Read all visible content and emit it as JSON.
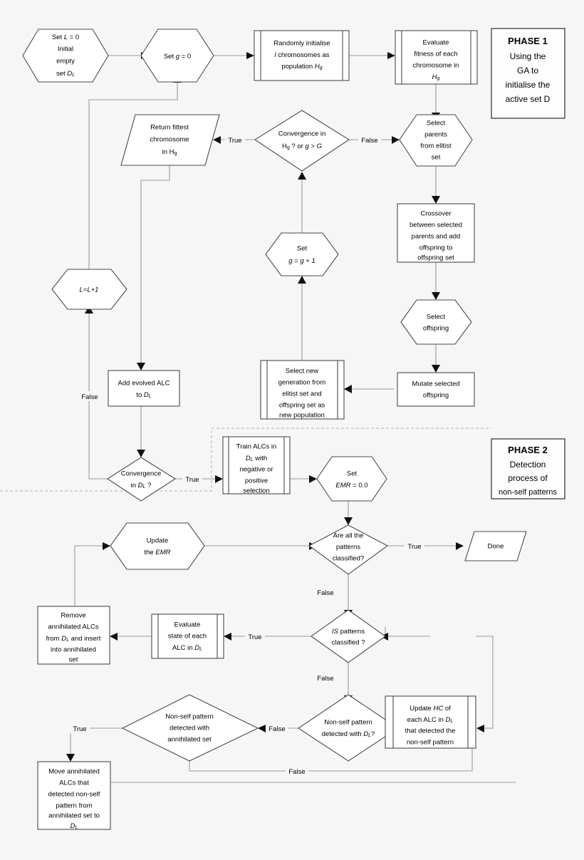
{
  "diagram": {
    "title": "Flowchart of GA-based ALC initialisation and non-self pattern detection",
    "background": "#f6f6f6",
    "shape_fill": "#ffffff",
    "shape_stroke": "#4a4a4a",
    "connector_color": "#9a9a9a"
  },
  "phases": [
    {
      "id": "phase1",
      "title": "PHASE 1",
      "lines": [
        "Using the",
        "GA to",
        "initialise the",
        "active set D"
      ]
    },
    {
      "id": "phase2",
      "title": "PHASE 2",
      "lines": [
        "Detection",
        "process of",
        "non-self patterns"
      ]
    }
  ],
  "nodes": [
    {
      "id": "set_L0",
      "type": "hexagon",
      "lines": [
        "Set L = 0",
        "Initial",
        "empty",
        "set  DL"
      ]
    },
    {
      "id": "set_g0",
      "type": "hexagon",
      "lines": [
        "Set g = 0"
      ]
    },
    {
      "id": "rand_init",
      "type": "predefined",
      "lines": [
        "Randomly initialise",
        "l chromosomes as",
        "population Hg"
      ]
    },
    {
      "id": "eval_fitness",
      "type": "predefined",
      "lines": [
        "Evaluate",
        "fitness of each",
        "chromosome in",
        "Hg"
      ]
    },
    {
      "id": "return_fittest",
      "type": "parallelogram",
      "lines": [
        "Return fittest",
        "chromosome",
        "in Hg"
      ]
    },
    {
      "id": "converge_hg",
      "type": "diamond",
      "lines": [
        "Convergence in",
        "Hg ? or g > G"
      ]
    },
    {
      "id": "select_parents",
      "type": "hexagon",
      "lines": [
        "Select",
        "parents",
        "from elitist",
        "set"
      ]
    },
    {
      "id": "crossover",
      "type": "process",
      "lines": [
        "Crossover",
        "between selected",
        "parents and add",
        "offspring to",
        "offspring set"
      ]
    },
    {
      "id": "select_offspring",
      "type": "hexagon",
      "lines": [
        "Select",
        "offspring"
      ]
    },
    {
      "id": "mutate",
      "type": "process",
      "lines": [
        "Mutate selected",
        "offspring"
      ]
    },
    {
      "id": "set_g1",
      "type": "hexagon",
      "lines": [
        "Set",
        "g = g + 1"
      ]
    },
    {
      "id": "select_new_gen",
      "type": "predefined",
      "lines": [
        "Select new",
        "generation from",
        "elitist set and",
        "offspring set  as",
        "new population"
      ]
    },
    {
      "id": "l_plus1",
      "type": "hexagon",
      "lines": [
        "L=L+1"
      ]
    },
    {
      "id": "add_alc",
      "type": "process",
      "lines": [
        "Add evolved ALC",
        "to DL"
      ]
    },
    {
      "id": "converge_dl",
      "type": "diamond",
      "lines": [
        "Convergence",
        "in DL ?"
      ]
    },
    {
      "id": "train_alcs",
      "type": "predefined",
      "lines": [
        "Train ALCs in",
        "DL with",
        "negative or",
        "positive",
        "selection"
      ]
    },
    {
      "id": "set_emr",
      "type": "hexagon",
      "lines": [
        "Set",
        "EMR = 0.0"
      ]
    },
    {
      "id": "update_emr",
      "type": "hexagon",
      "lines": [
        "Update",
        "the EMR"
      ]
    },
    {
      "id": "all_classified",
      "type": "diamond",
      "lines": [
        "Are all the",
        "patterns",
        "classified?"
      ]
    },
    {
      "id": "done",
      "type": "parallelogram",
      "lines": [
        "Done"
      ]
    },
    {
      "id": "remove_alcs",
      "type": "process",
      "lines": [
        "Remove",
        "annihilated ALCs",
        "from DL and insert",
        "into annihilated",
        "set"
      ]
    },
    {
      "id": "eval_state",
      "type": "predefined",
      "lines": [
        "Evaluate",
        "state of each",
        "ALC in DL"
      ]
    },
    {
      "id": "is_classified",
      "type": "diamond",
      "lines": [
        "IS patterns",
        "classified ?"
      ]
    },
    {
      "id": "nonself_annih",
      "type": "diamond",
      "lines": [
        "Non-self pattern",
        "detected with",
        "annihilated set"
      ]
    },
    {
      "id": "nonself_dl",
      "type": "diamond",
      "lines": [
        "Non-self pattern",
        "detected  with DL?"
      ]
    },
    {
      "id": "update_hc",
      "type": "predefined",
      "lines": [
        "Update HC of",
        "each ALC in DL",
        "that detected the",
        "non-self pattern"
      ]
    },
    {
      "id": "move_annih",
      "type": "process",
      "lines": [
        "Move annihilated",
        "ALCs that",
        "detected non-self",
        "pattern from",
        "annihilated set to",
        "DL"
      ]
    }
  ],
  "edge_labels": {
    "true": "True",
    "false": "False"
  },
  "edges": [
    {
      "from": "set_L0",
      "to": "set_g0",
      "label": ""
    },
    {
      "from": "set_g0",
      "to": "rand_init",
      "label": ""
    },
    {
      "from": "rand_init",
      "to": "eval_fitness",
      "label": ""
    },
    {
      "from": "eval_fitness",
      "to": "select_parents",
      "label": ""
    },
    {
      "from": "converge_hg",
      "to": "return_fittest",
      "label": "True"
    },
    {
      "from": "converge_hg",
      "to": "select_parents",
      "label": "False"
    },
    {
      "from": "select_parents",
      "to": "crossover",
      "label": ""
    },
    {
      "from": "crossover",
      "to": "select_offspring",
      "label": ""
    },
    {
      "from": "select_offspring",
      "to": "mutate",
      "label": ""
    },
    {
      "from": "mutate",
      "to": "select_new_gen",
      "label": ""
    },
    {
      "from": "select_new_gen",
      "to": "set_g1",
      "label": ""
    },
    {
      "from": "set_g1",
      "to": "converge_hg",
      "label": ""
    },
    {
      "from": "return_fittest",
      "to": "add_alc",
      "label": ""
    },
    {
      "from": "add_alc",
      "to": "converge_dl",
      "label": ""
    },
    {
      "from": "converge_dl",
      "to": "l_plus1",
      "label": "False"
    },
    {
      "from": "l_plus1",
      "to": "set_g0",
      "label": ""
    },
    {
      "from": "converge_dl",
      "to": "train_alcs",
      "label": "True"
    },
    {
      "from": "train_alcs",
      "to": "set_emr",
      "label": ""
    },
    {
      "from": "set_emr",
      "to": "all_classified",
      "label": ""
    },
    {
      "from": "all_classified",
      "to": "done",
      "label": "True"
    },
    {
      "from": "all_classified",
      "to": "is_classified",
      "label": "False"
    },
    {
      "from": "is_classified",
      "to": "eval_state",
      "label": "True"
    },
    {
      "from": "eval_state",
      "to": "remove_alcs",
      "label": ""
    },
    {
      "from": "remove_alcs",
      "to": "update_emr",
      "label": ""
    },
    {
      "from": "update_emr",
      "to": "all_classified",
      "label": ""
    },
    {
      "from": "is_classified",
      "to": "nonself_dl",
      "label": "False"
    },
    {
      "from": "nonself_dl",
      "to": "update_hc",
      "label": "True"
    },
    {
      "from": "nonself_dl",
      "to": "nonself_annih",
      "label": "False"
    },
    {
      "from": "nonself_annih",
      "to": "move_annih",
      "label": "True"
    },
    {
      "from": "nonself_annih",
      "to": "update_hc",
      "label": "False"
    },
    {
      "from": "update_hc",
      "to": "is_classified",
      "label": ""
    }
  ]
}
